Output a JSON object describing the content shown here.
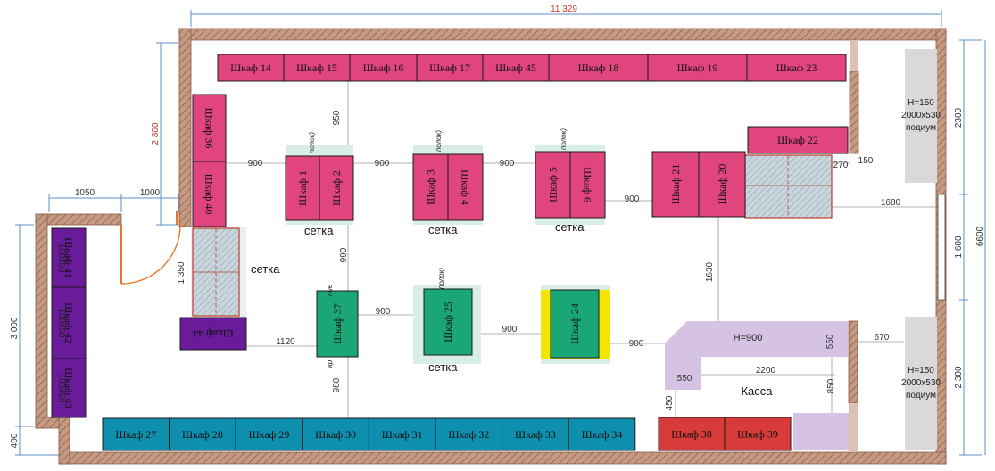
{
  "dimensions": {
    "top_total": "11 329",
    "left_2800": "2 800",
    "left_1050": "1050",
    "left_1000": "1000",
    "left_3000": "3 000",
    "left_400": "400",
    "right_2300_top": "2300",
    "right_1600": "1 600",
    "right_2300_bottom": "2 300",
    "right_6600": "6600",
    "d950": "950",
    "d900_a": "900",
    "d900_b": "900",
    "d900_c": "900",
    "d900_d": "900",
    "d900_e": "900",
    "d900_f": "900",
    "d900_g": "900",
    "d1350": "1 350",
    "d990": "990",
    "d1120": "1120",
    "d980": "980",
    "d1630": "1630",
    "d270": "270",
    "d150": "150",
    "d1680": "1680",
    "d670": "670",
    "d550_a": "550",
    "d550_b": "550",
    "d2200": "2200",
    "d850": "850",
    "d450": "450"
  },
  "cabinets_top_row": [
    "Шкаф 14",
    "Шкаф 15",
    "Шкаф 16",
    "Шкаф 17",
    "Шкаф 45",
    "Шкаф 18",
    "Шкаф 19",
    "Шкаф 23"
  ],
  "cabinets_bottom_row": [
    "Шкаф 27",
    "Шкаф 28",
    "Шкаф 29",
    "Шкаф 30",
    "Шкаф 31",
    "Шкаф 32",
    "Шкаф 33",
    "Шкаф 34"
  ],
  "cabinets_red": [
    "Шкаф 38",
    "Шкаф 39"
  ],
  "cabinets_pink_vertical": {
    "c36": "Шкаф 36",
    "c40": "Шкаф 40",
    "c1": "Шкаф 1",
    "c2": "Шкаф 2",
    "c3": "Шкаф 3",
    "c4": "Шкаф 4",
    "c5": "Шкаф 5",
    "c6": "Шкаф 6",
    "c21": "Шкаф 21",
    "c20": "Шкаф 20"
  },
  "cabinet_22": "Шкаф 22",
  "cabinets_purple": {
    "c41": "Шкаф 41",
    "c42": "Шкаф 42",
    "c43": "Шкаф 43",
    "c44": "Шкаф 44",
    "size_a": "100x50",
    "size_b": "100x50",
    "size_c": "100x50"
  },
  "cabinets_green": {
    "c37": "Шкаф 37",
    "c25": "Шкаф 25",
    "c24": "Шкаф 24"
  },
  "labels": {
    "setka_1": "сетка",
    "setka_2": "сетка",
    "setka_3": "сетка",
    "setka_4": "сетка",
    "setka_5": "сетка",
    "polok_1": "полок)",
    "polok_2": "полок)",
    "polok_3": "полок)",
    "polok_4": "полок)",
    "kr": "кр",
    "nie": "ние",
    "kassa": "Касса",
    "counter_h": "H=900",
    "podium_top": [
      "H=150",
      "2000x530",
      "подиум"
    ],
    "podium_bottom": [
      "H=150",
      "2000x530",
      "подиум"
    ]
  },
  "colors": {
    "wall": "#c49a83",
    "pink": "#e0457e",
    "purple": "#6a1b9a",
    "teal": "#0f8fae",
    "green": "#1aa775",
    "red": "#d93b3b",
    "counter": "#d6c3e3",
    "podium": "#d9d9d9",
    "dim_line": "#5b8fc9",
    "dim_red": "#c0392b"
  }
}
